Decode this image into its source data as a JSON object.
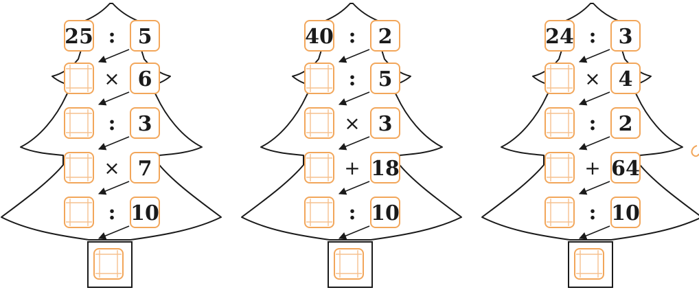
{
  "colors": {
    "box_border": "#f2a65a",
    "box_inner": "#f6c08e",
    "outline": "#1a1a1a"
  },
  "trees": [
    {
      "start": "25",
      "steps": [
        {
          "op": ":",
          "num": "5"
        },
        {
          "op": "×",
          "num": "6"
        },
        {
          "op": ":",
          "num": "3"
        },
        {
          "op": "×",
          "num": "7"
        },
        {
          "op": ":",
          "num": "10"
        }
      ]
    },
    {
      "start": "40",
      "steps": [
        {
          "op": ":",
          "num": "2"
        },
        {
          "op": ":",
          "num": "5"
        },
        {
          "op": "×",
          "num": "3"
        },
        {
          "op": "+",
          "num": "18"
        },
        {
          "op": ":",
          "num": "10"
        }
      ]
    },
    {
      "start": "24",
      "steps": [
        {
          "op": ":",
          "num": "3"
        },
        {
          "op": "×",
          "num": "4"
        },
        {
          "op": ":",
          "num": "2"
        },
        {
          "op": "+",
          "num": "64"
        },
        {
          "op": ":",
          "num": "10"
        }
      ]
    }
  ]
}
